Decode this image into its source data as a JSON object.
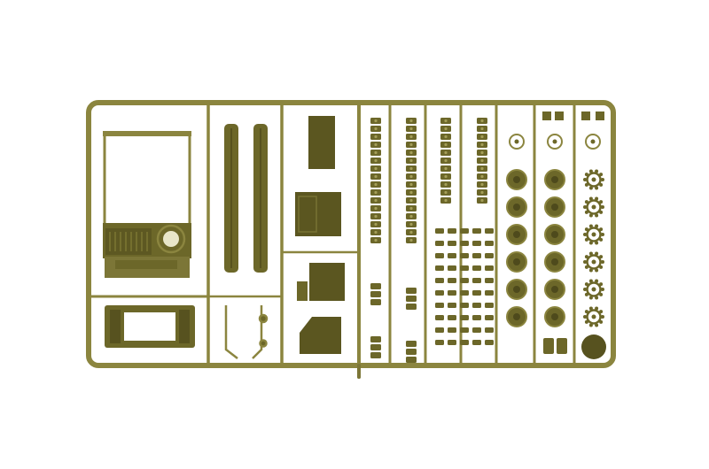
{
  "image": {
    "subject": "plastic-model-kit-sprue",
    "colors": {
      "background": "#ffffff",
      "plastic": "#8b853f",
      "plastic_dark": "#6c6729",
      "plastic_shadow": "#4e4a1c",
      "plastic_light": "#a39d58"
    },
    "sections": [
      {
        "name": "hull-panel",
        "count": 1
      },
      {
        "name": "lower-frame",
        "count": 1
      },
      {
        "name": "side-rails",
        "count": 2
      },
      {
        "name": "hatch-panels",
        "count": 4
      },
      {
        "name": "track-links-long",
        "count": 4
      },
      {
        "name": "track-links-short",
        "count": 48
      },
      {
        "name": "road-wheels",
        "count": 12
      },
      {
        "name": "drive-sprockets",
        "count": 6
      },
      {
        "name": "small-cylinders",
        "count": 2
      },
      {
        "name": "round-disc",
        "count": 1
      }
    ]
  }
}
